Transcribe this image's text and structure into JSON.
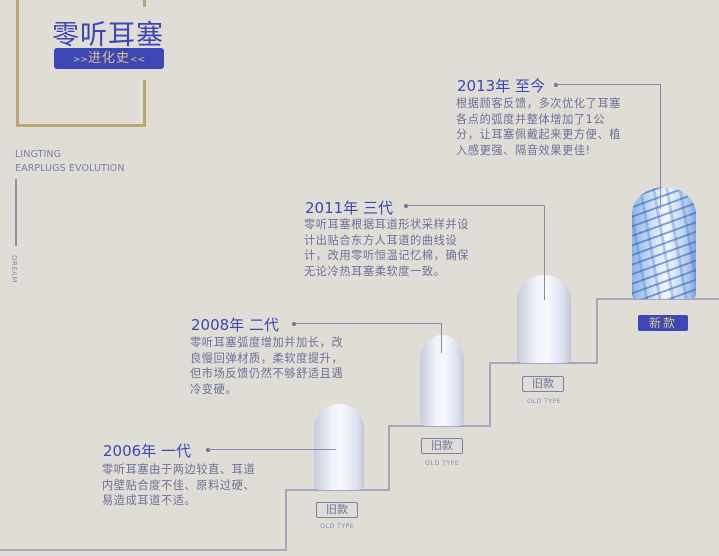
{
  "header": {
    "title": "零听耳塞",
    "subtitle_prefix": ">>",
    "subtitle": "进化史",
    "subtitle_suffix": "<<"
  },
  "side_caption": {
    "line1": "LINGTING",
    "line2": "EARPLUGS EVOLUTION",
    "vertical": "DREAM"
  },
  "eras": [
    {
      "title": "2006年 一代",
      "description": "零听耳塞由于两边较直、耳道内壁贴合度不佳、原料过硬、易造成耳道不适。",
      "tag": "旧款",
      "tag_en": "OLD TYPE"
    },
    {
      "title": "2008年 二代",
      "description": "零听耳塞弧度增加并加长，改良慢回弹材质，柔软度提升，但市场反馈仍然不够舒适且遇冷变硬。",
      "tag": "旧款",
      "tag_en": "OLD TYPE"
    },
    {
      "title": "2011年 三代",
      "description": "零听耳塞根据耳道形状采样并设计出贴合东方人耳道的曲线设计，改用零听恒温记忆棉，确保无论冷热耳塞柔软度一致。",
      "tag": "旧款",
      "tag_en": "OLD TYPE"
    },
    {
      "title": "2013年 至今",
      "description": "根据顾客反馈，多次优化了耳塞各点的弧度并整体增加了1公分，让耳塞佩戴起来更方便、植入感更强、隔音效果更佳!",
      "tag": "新款"
    }
  ],
  "colors": {
    "accent_blue": "#3c46b4",
    "gold": "#b9a775",
    "background": "#e0ddd6",
    "text_muted": "#6e7098"
  }
}
